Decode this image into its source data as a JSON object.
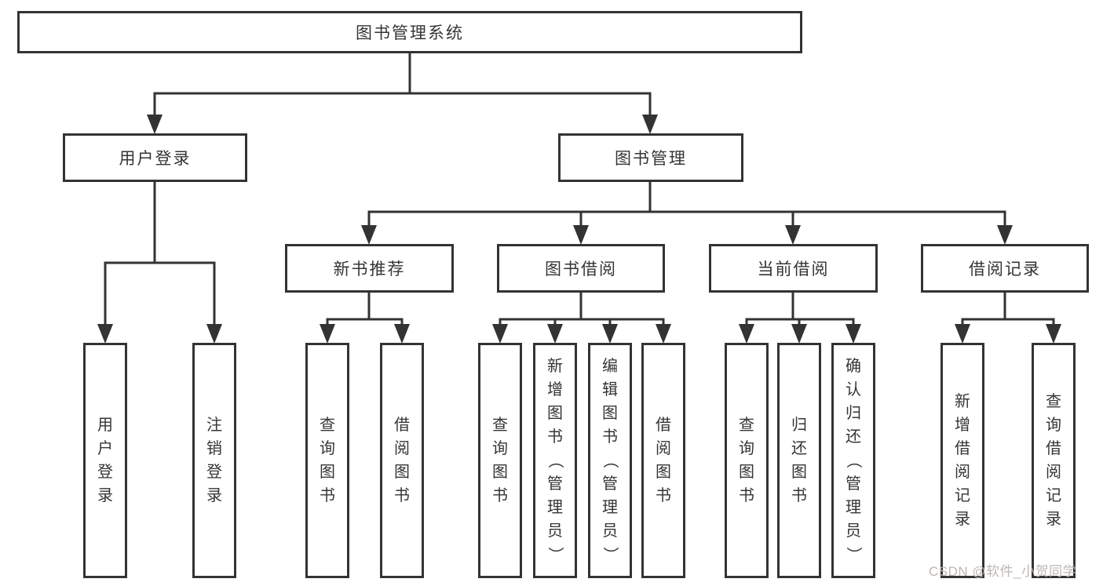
{
  "diagram": {
    "root": {
      "label": "图书管理系统"
    },
    "level2": [
      {
        "label": "用户登录"
      },
      {
        "label": "图书管理"
      }
    ],
    "level3": [
      {
        "label": "新书推荐",
        "parent": "图书管理"
      },
      {
        "label": "图书借阅",
        "parent": "图书管理"
      },
      {
        "label": "当前借阅",
        "parent": "图书管理"
      },
      {
        "label": "借阅记录",
        "parent": "图书管理"
      }
    ],
    "leaves": [
      {
        "label": "用户登录",
        "parent": "用户登录"
      },
      {
        "label": "注销登录",
        "parent": "用户登录"
      },
      {
        "label": "查询图书",
        "parent": "新书推荐"
      },
      {
        "label": "借阅图书",
        "parent": "新书推荐"
      },
      {
        "label": "查询图书",
        "parent": "图书借阅"
      },
      {
        "label": "新增图书（管理员）",
        "parent": "图书借阅"
      },
      {
        "label": "编辑图书（管理员）",
        "parent": "图书借阅"
      },
      {
        "label": "借阅图书",
        "parent": "图书借阅"
      },
      {
        "label": "查询图书",
        "parent": "当前借阅"
      },
      {
        "label": "归还图书",
        "parent": "当前借阅"
      },
      {
        "label": "确认归还（管理员）",
        "parent": "当前借阅"
      },
      {
        "label": "新增借阅记录",
        "parent": "借阅记录"
      },
      {
        "label": "查询借阅记录",
        "parent": "借阅记录"
      }
    ],
    "colors": {
      "line": "#333333",
      "box_border": "#333333",
      "box_background": "#ffffff",
      "text": "#353535",
      "watermark": "#bdb7b3"
    }
  },
  "watermark": {
    "text": "CSDN @软件_小贺同学"
  }
}
